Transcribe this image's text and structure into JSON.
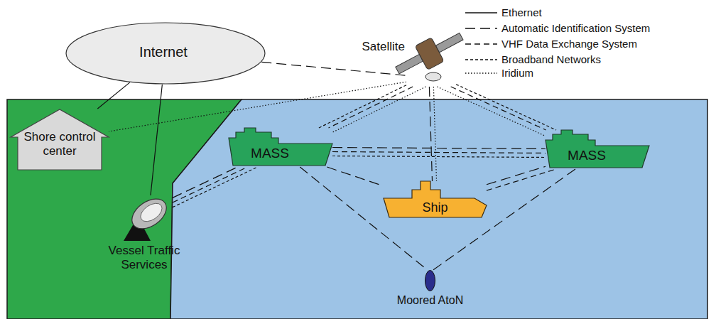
{
  "diagram": {
    "nodes": [
      {
        "text": [
          "Internet"
        ]
      },
      {
        "text": [
          "Satellite"
        ]
      },
      {
        "text": [
          "Shore control center"
        ]
      },
      {
        "text": [
          "Vessel Traffic Services"
        ]
      },
      {
        "text": [
          "MASS"
        ]
      },
      {
        "text": [
          "Ship"
        ]
      },
      {
        "text": [
          "MASS"
        ]
      },
      {
        "text": [
          "Moored AtoN"
        ]
      }
    ],
    "edges": [
      {
        "from": 0,
        "to": 2,
        "arrow": "none"
      },
      {
        "from": 0,
        "to": 3,
        "arrow": "none"
      },
      {
        "from": 0,
        "to": 1,
        "arrow": "none"
      },
      {
        "from": 1,
        "to": 2,
        "arrow": "none"
      },
      {
        "from": 3,
        "to": 4,
        "arrow": "none"
      },
      {
        "from": 3,
        "to": 4,
        "arrow": "none"
      },
      {
        "from": 3,
        "to": 4,
        "arrow": "none"
      },
      {
        "from": 1,
        "to": 4,
        "arrow": "none"
      },
      {
        "from": 1,
        "to": 4,
        "arrow": "none"
      },
      {
        "from": 1,
        "to": 4,
        "arrow": "none"
      },
      {
        "from": 1,
        "to": 5,
        "arrow": "none"
      },
      {
        "from": 1,
        "to": 5,
        "arrow": "none"
      },
      {
        "from": 1,
        "to": 6,
        "arrow": "none"
      },
      {
        "from": 1,
        "to": 6,
        "arrow": "none"
      },
      {
        "from": 1,
        "to": 6,
        "arrow": "none"
      },
      {
        "from": 4,
        "to": 6,
        "arrow": "none"
      },
      {
        "from": 4,
        "to": 6,
        "arrow": "none"
      },
      {
        "from": 4,
        "to": 6,
        "arrow": "none"
      },
      {
        "from": 4,
        "to": 5,
        "arrow": "none"
      },
      {
        "from": 5,
        "to": 6,
        "arrow": "none"
      },
      {
        "from": 5,
        "to": 6,
        "arrow": "none"
      },
      {
        "from": 4,
        "to": 7,
        "arrow": "none"
      },
      {
        "from": 6,
        "to": 7,
        "arrow": "none"
      }
    ],
    "legend": [
      {
        "text": "Ethernet"
      },
      {
        "text": "Automatic Identification System"
      },
      {
        "text": "VHF Data Exchange System"
      },
      {
        "text": "Broadband Networks"
      },
      {
        "text": "Iridium"
      }
    ]
  }
}
